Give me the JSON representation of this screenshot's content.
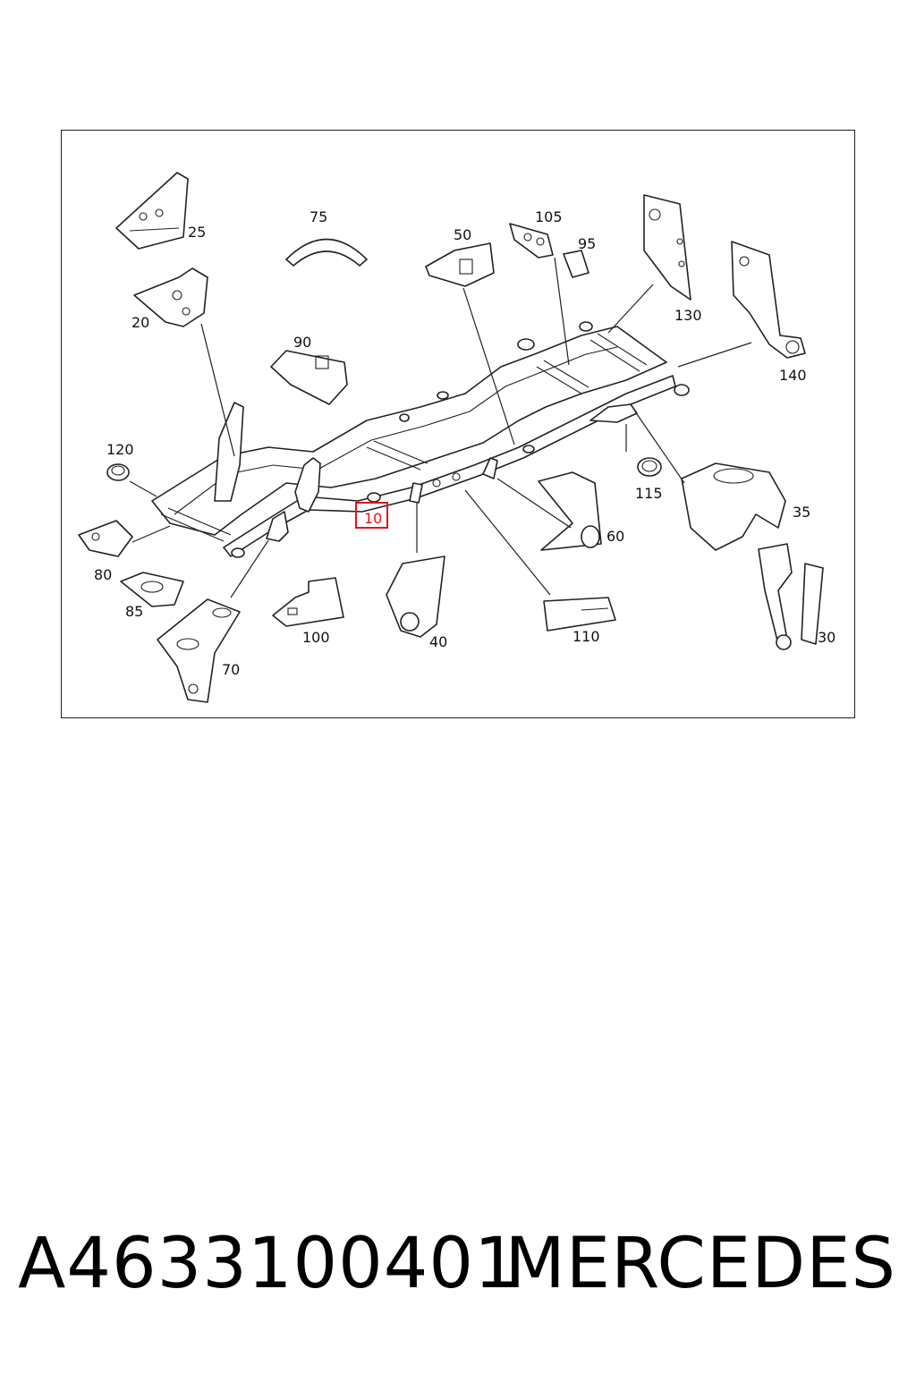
{
  "diagram": {
    "callouts": {
      "c10": "10",
      "c20": "20",
      "c25": "25",
      "c30": "30",
      "c35": "35",
      "c40": "40",
      "c50": "50",
      "c60": "60",
      "c70": "70",
      "c75": "75",
      "c80": "80",
      "c85": "85",
      "c90": "90",
      "c95": "95",
      "c100": "100",
      "c105": "105",
      "c110": "110",
      "c115": "115",
      "c120": "120",
      "c130": "130",
      "c140": "140"
    },
    "highlight_color": "#e0141b",
    "highlighted_callout": "10"
  },
  "caption": {
    "part_number": "A4633100401",
    "brand": "MERCEDES"
  }
}
